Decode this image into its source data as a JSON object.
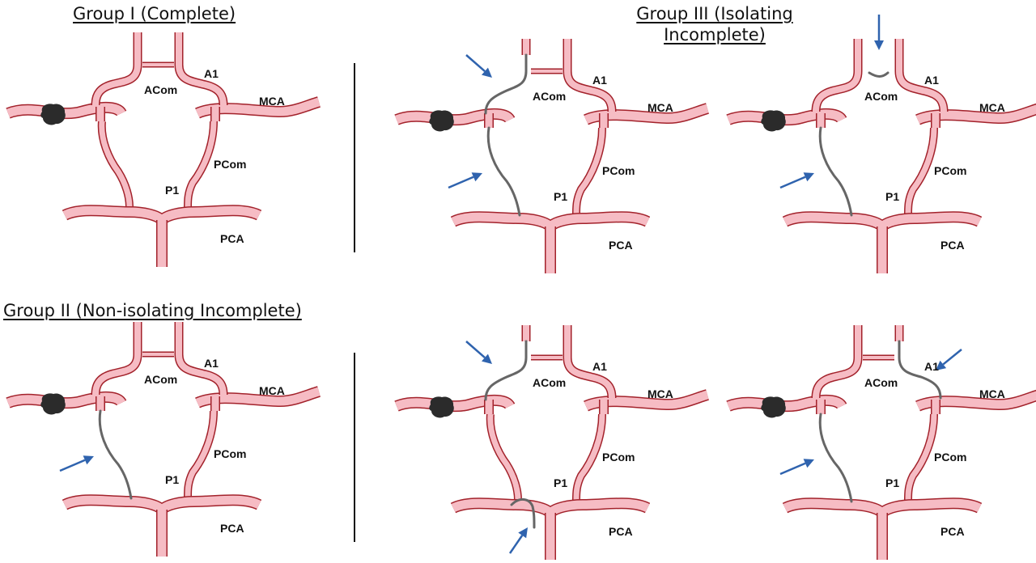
{
  "titles": {
    "group1": "Group I (Complete)",
    "group2": "Group II (Non-isolating Incomplete)",
    "group3_line1": "Group III (Isolating",
    "group3_line2": "Incomplete)"
  },
  "labels": {
    "a1": "A1",
    "acom": "ACom",
    "mca": "MCA",
    "pcom": "PCom",
    "p1": "P1",
    "pca": "PCA"
  },
  "colors": {
    "vessel_fill": "#f6bcc4",
    "vessel_outline": "#a3222b",
    "missing_segment": "#666666",
    "arrow": "#2f63ae",
    "clot": "#2b2b2b"
  },
  "panels": [
    {
      "id": "group1-complete",
      "group": "I",
      "missing": [],
      "arrows": []
    },
    {
      "id": "group2-noniso",
      "group": "II",
      "missing": [
        "left-pcom"
      ],
      "arrows": [
        "left-pcom"
      ]
    },
    {
      "id": "group3-a",
      "group": "III",
      "missing": [
        "left-a1",
        "left-pcom"
      ],
      "arrows": [
        "left-a1",
        "left-pcom"
      ]
    },
    {
      "id": "group3-b",
      "group": "III",
      "missing": [
        "acom",
        "left-pcom"
      ],
      "arrows": [
        "acom",
        "left-pcom"
      ]
    },
    {
      "id": "group3-c",
      "group": "III",
      "missing": [
        "left-a1",
        "left-p1"
      ],
      "arrows": [
        "left-a1",
        "left-p1"
      ]
    },
    {
      "id": "group3-d",
      "group": "III",
      "missing": [
        "right-a1",
        "left-pcom"
      ],
      "arrows": [
        "right-a1",
        "left-pcom"
      ]
    }
  ]
}
